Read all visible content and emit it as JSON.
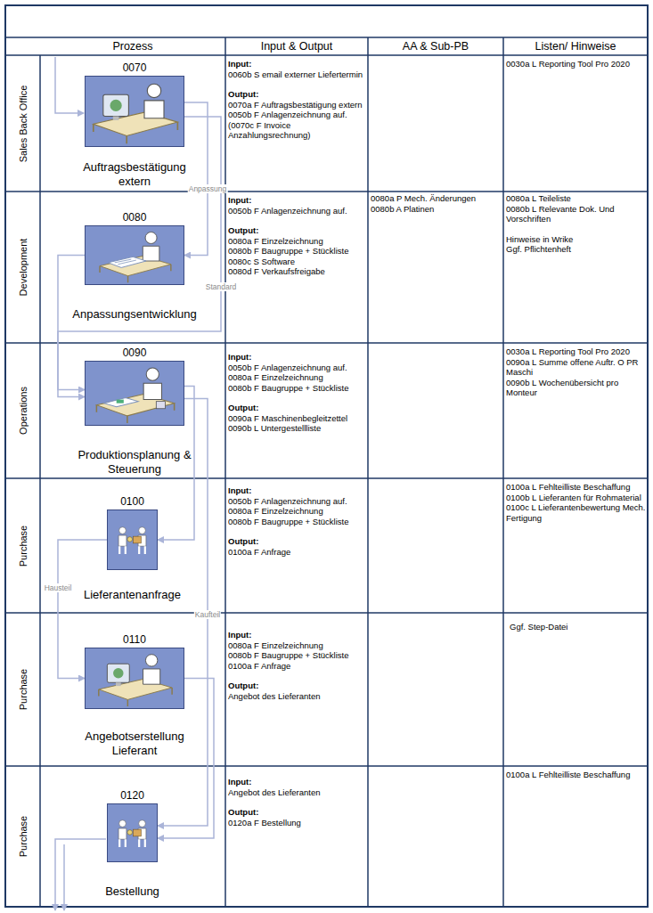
{
  "diagram": {
    "nodes": [
      {
        "text": [
          "0070",
          "Auftragsbestätigung extern"
        ]
      },
      {
        "text": [
          "0080",
          "Anpassungsentwicklung"
        ]
      },
      {
        "text": [
          "0090",
          "Produktionsplanung & Steuerung"
        ]
      },
      {
        "text": [
          "0100",
          "Lieferantenanfrage"
        ]
      },
      {
        "text": [
          "0110",
          "Angebotserstellung Lieferant"
        ]
      },
      {
        "text": [
          "0120",
          "Bestellung"
        ]
      }
    ],
    "edges": [
      {
        "from": 0,
        "to": 1,
        "arrow": "to",
        "label": "Anpassung"
      },
      {
        "from": 0,
        "to": 2,
        "arrow": "to",
        "label": "Standard"
      },
      {
        "from": 1,
        "to": 2,
        "arrow": "to"
      },
      {
        "from": 2,
        "to": 3,
        "arrow": "to",
        "label": "Kaufteil"
      },
      {
        "from": 2,
        "to": 5,
        "arrow": "to",
        "label": "Hausteil"
      },
      {
        "from": 3,
        "to": 4,
        "arrow": "to"
      },
      {
        "from": 4,
        "to": 5,
        "arrow": "to"
      }
    ],
    "labels": [
      "Prozess",
      "Input & Output",
      "AA & Sub-PB",
      "Listen/ Hinweise",
      "Sales Back Office",
      "Development",
      "Operations",
      "Purchase",
      "Purchase",
      "Purchase",
      "Input:",
      "0060b S email externer Liefertermin",
      "Output:",
      "0070a F Auftragsbestätigung extern",
      "0050b F Anlagenzeichnung auf.",
      "(0070c F Invoice Anzahlungsrechnung)",
      "0030a L Reporting Tool Pro 2020",
      "Input:",
      "0050b F Anlagenzeichnung auf.",
      "Output:",
      "0080a F Einzelzeichnung",
      "0080b F Baugruppe + Stückliste",
      "0080c S Software",
      "0080d F Verkaufsfreigabe",
      "0080a P Mech. Änderungen",
      "0080b A Platinen",
      "0080a L Teileliste",
      "0080b L Relevante Dok. Und Vorschriften",
      "Hinweise in Wrike",
      "Ggf. Pflichtenheft",
      "Input:",
      "0050b F Anlagenzeichnung auf.",
      "0080a F Einzelzeichnung",
      "0080b F Baugruppe + Stückliste",
      "Output:",
      "0090a F Maschinenbegleitzettel",
      "0090b L Untergestellliste",
      "0030a L Reporting Tool Pro 2020",
      "0090a L Summe offene Auftr. O PR Maschi",
      "0090b L Wochenübersicht pro Monteur",
      "Input:",
      "0050b F Anlagenzeichnung auf.",
      "0080a F Einzelzeichnung",
      "0080b F Baugruppe + Stückliste",
      "Output:",
      "0100a F Anfrage",
      "0100a L Fehlteilliste Beschaffung",
      "0100b L Lieferanten für Rohmaterial",
      "0100c L Lieferantenbewertung Mech. Fertigung",
      "Input:",
      "0080a F Einzelzeichnung",
      "0080b F Baugruppe + Stückliste",
      "0100a F Anfrage",
      "Output:",
      "Angebot des Lieferanten",
      "Ggf. Step-Datei",
      "Input:",
      "Angebot des Lieferanten",
      "Output:",
      "0120a F Bestellung",
      "0100a L Fehlteilliste Beschaffung"
    ]
  }
}
